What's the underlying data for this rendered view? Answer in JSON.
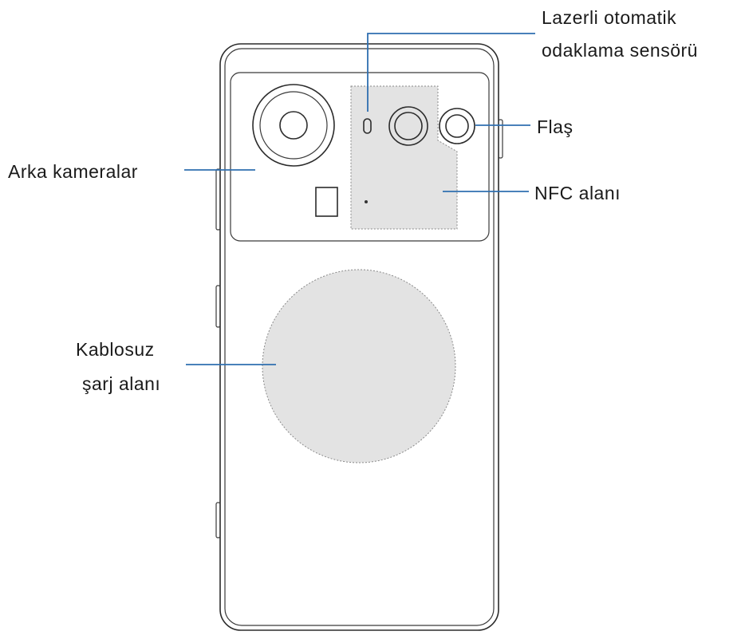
{
  "labels": {
    "laser_line1": "Lazerli otomatik",
    "laser_line2": "odaklama sensörü",
    "flash": "Flaş",
    "rear_cameras": "Arka kameralar",
    "nfc": "NFC alanı",
    "wireless_line1": "Kablosuz",
    "wireless_line2": "şarj alanı"
  },
  "colors": {
    "leader_line": "#2f6fb0",
    "outline": "#2b2b2b",
    "shaded_area": "#e3e3e3"
  }
}
